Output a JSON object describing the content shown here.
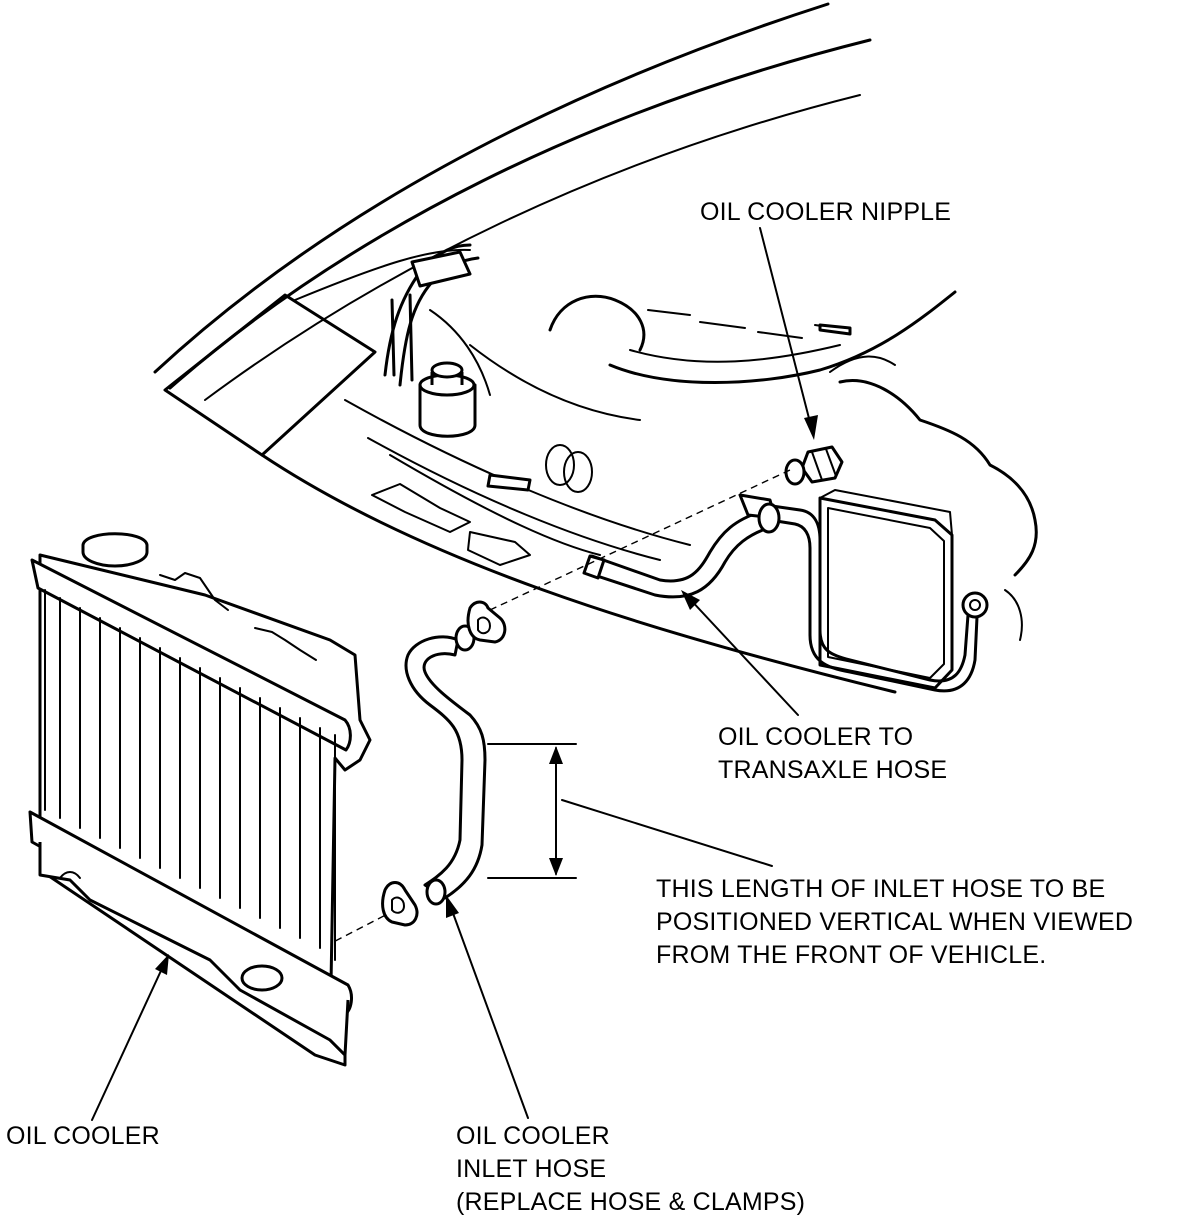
{
  "labels": {
    "oil_cooler_nipple": "OIL COOLER NIPPLE",
    "cooler_to_transaxle_line1": "OIL COOLER TO",
    "cooler_to_transaxle_line2": "TRANSAXLE HOSE",
    "vertical_note_line1": "THIS LENGTH OF INLET HOSE TO BE",
    "vertical_note_line2": "POSITIONED VERTICAL WHEN VIEWED",
    "vertical_note_line3": "FROM THE FRONT OF VEHICLE.",
    "oil_cooler": "OIL COOLER",
    "inlet_hose_line1": "OIL COOLER",
    "inlet_hose_line2": "INLET HOSE",
    "inlet_hose_line3": "(REPLACE HOSE & CLAMPS)"
  },
  "colors": {
    "ink": "#000000",
    "paper": "#ffffff"
  }
}
